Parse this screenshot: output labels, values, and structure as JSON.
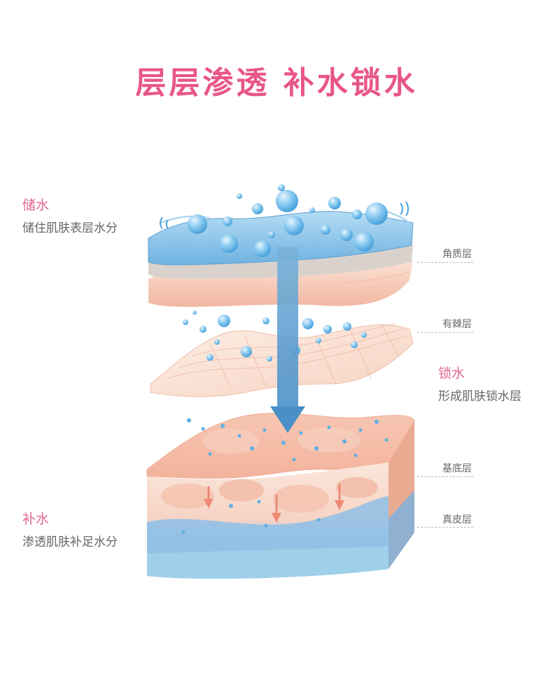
{
  "title": "层层渗透 补水锁水",
  "sides": {
    "store": {
      "heading": "储水",
      "text": "储住肌肤表层水分"
    },
    "lock": {
      "heading": "锁水",
      "text": "形成肌肤锁水层"
    },
    "hydrate": {
      "heading": "补水",
      "text": "渗透肌肤补足水分"
    }
  },
  "layers": {
    "stratum_corneum": "角质层",
    "spinous": "有棘层",
    "basal": "基底层",
    "dermis": "真皮层"
  },
  "colors": {
    "title": "#e8568a",
    "heading": "#e2668f",
    "text": "#666666",
    "arrow": "#5b9fd1",
    "water": "#8dc9ec"
  }
}
